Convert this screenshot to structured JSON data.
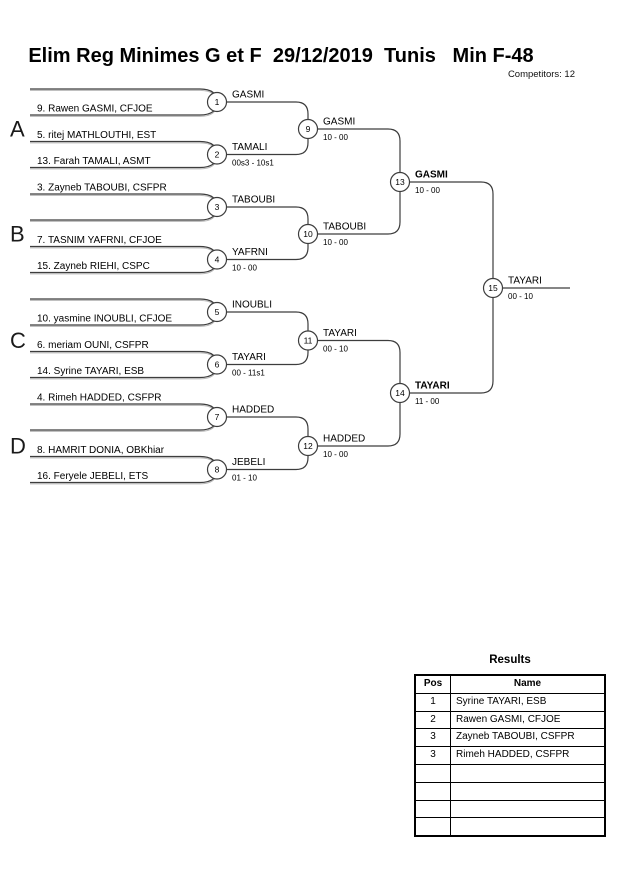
{
  "header": {
    "title": "Elim Reg Minimes G et F  29/12/2019  Tunis   Min F-48",
    "competitors": "Competitors: 12"
  },
  "bracket": {
    "sections": [
      "A",
      "B",
      "C",
      "D"
    ],
    "slots": [
      {
        "name": ""
      },
      {
        "name": "9. Rawen GASMI, CFJOE"
      },
      {
        "name": "5. ritej MATHLOUTHI, EST"
      },
      {
        "name": "13. Farah TAMALI, ASMT"
      },
      {
        "name": "3. Zayneb TABOUBI, CSFPR"
      },
      {
        "name": ""
      },
      {
        "name": "7. TASNIM YAFRNI, CFJOE"
      },
      {
        "name": "15. Zayneb RIEHI, CSPC"
      },
      {
        "name": ""
      },
      {
        "name": "10. yasmine INOUBLI, CFJOE"
      },
      {
        "name": "6. meriam OUNI, CSFPR"
      },
      {
        "name": "14. Syrine TAYARI, ESB"
      },
      {
        "name": "4. Rimeh HADDED, CSFPR"
      },
      {
        "name": ""
      },
      {
        "name": "8. HAMRIT DONIA, OBKhiar"
      },
      {
        "name": "16. Feryele JEBELI, ETS"
      }
    ],
    "matches": [
      {
        "num": "1",
        "winner": "GASMI",
        "score": ""
      },
      {
        "num": "2",
        "winner": "TAMALI",
        "score": "00s3 - 10s1"
      },
      {
        "num": "3",
        "winner": "TABOUBI",
        "score": ""
      },
      {
        "num": "4",
        "winner": "YAFRNI",
        "score": "10 - 00"
      },
      {
        "num": "5",
        "winner": "INOUBLI",
        "score": ""
      },
      {
        "num": "6",
        "winner": "TAYARI",
        "score": "00 - 11s1"
      },
      {
        "num": "7",
        "winner": "HADDED",
        "score": ""
      },
      {
        "num": "8",
        "winner": "JEBELI",
        "score": "01 - 10"
      },
      {
        "num": "9",
        "winner": "GASMI",
        "score": "10 - 00"
      },
      {
        "num": "10",
        "winner": "TABOUBI",
        "score": "10 - 00"
      },
      {
        "num": "11",
        "winner": "TAYARI",
        "score": "00 - 10"
      },
      {
        "num": "12",
        "winner": "HADDED",
        "score": "10 - 00"
      },
      {
        "num": "13",
        "winner": "GASMI",
        "score": "10 - 00"
      },
      {
        "num": "14",
        "winner": "TAYARI",
        "score": "11 - 00"
      },
      {
        "num": "15",
        "winner": "TAYARI",
        "score": "00 - 10"
      }
    ]
  },
  "results": {
    "title": "Results",
    "columns": [
      "Pos",
      "Name"
    ],
    "rows": [
      [
        "1",
        "Syrine TAYARI, ESB"
      ],
      [
        "2",
        "Rawen GASMI, CFJOE"
      ],
      [
        "3",
        "Zayneb TABOUBI, CSFPR"
      ],
      [
        "3",
        "Rimeh HADDED, CSFPR"
      ],
      [
        "",
        ""
      ],
      [
        "",
        ""
      ],
      [
        "",
        ""
      ],
      [
        "",
        ""
      ]
    ]
  },
  "colors": {
    "line": "#3d3d3d",
    "ink": "#000000"
  }
}
